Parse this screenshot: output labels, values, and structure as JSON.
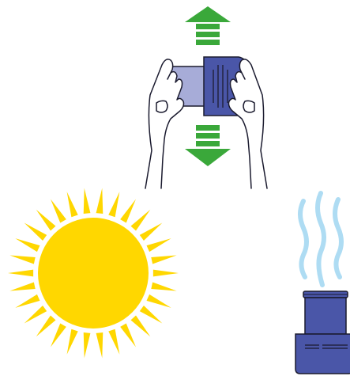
{
  "illustration": {
    "panels": [
      {
        "name": "hands-pulling-device-apart",
        "icons": [
          "arrow-up-icon",
          "arrow-down-icon",
          "hand-icon",
          "device-icon"
        ]
      },
      {
        "name": "sun",
        "icons": [
          "sun-icon"
        ]
      },
      {
        "name": "drying-device",
        "icons": [
          "steam-icon",
          "device-icon"
        ]
      }
    ]
  },
  "colors": {
    "arrow_green": "#3aa83a",
    "device_blue": "#4a56a8",
    "device_light": "#a7acd8",
    "sun_yellow": "#ffd700",
    "steam_blue": "#aedcf3"
  }
}
